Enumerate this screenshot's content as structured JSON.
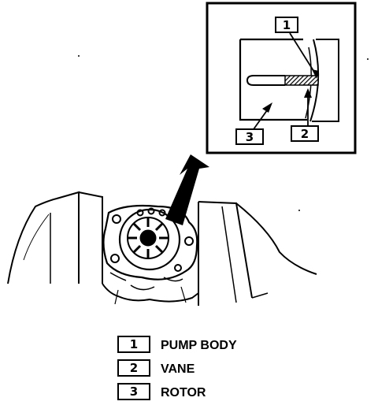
{
  "inset": {
    "callouts": [
      {
        "number": "1"
      },
      {
        "number": "2"
      },
      {
        "number": "3"
      }
    ]
  },
  "legend": [
    {
      "number": "1",
      "label": "PUMP BODY"
    },
    {
      "number": "2",
      "label": "VANE"
    },
    {
      "number": "3",
      "label": "ROTOR"
    }
  ]
}
